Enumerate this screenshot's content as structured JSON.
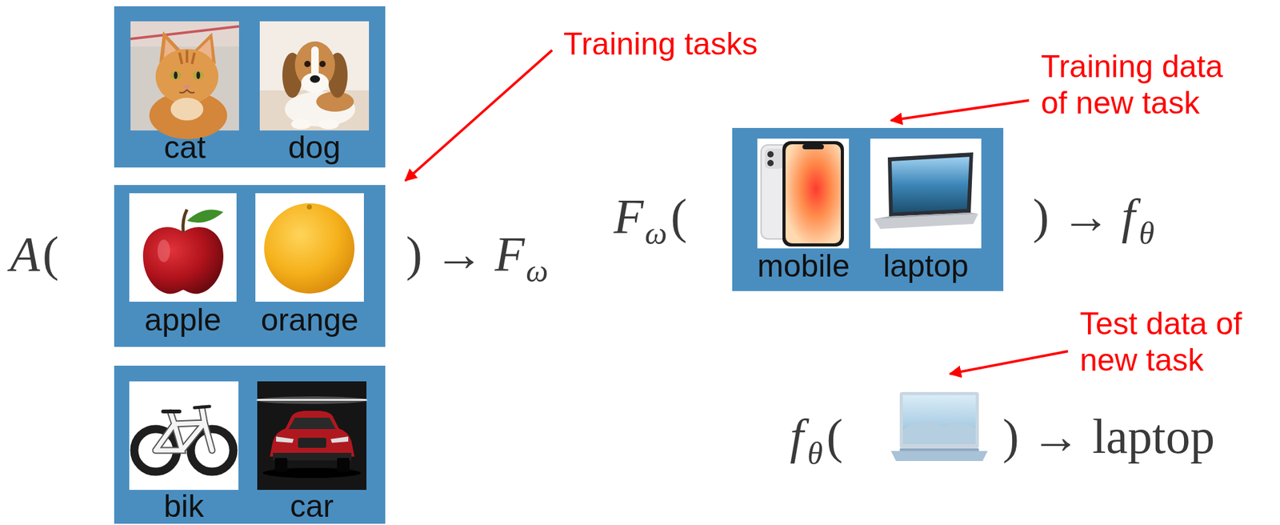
{
  "diagram": {
    "nodes": [
      {
        "text": [
          "cat",
          "dog"
        ]
      },
      {
        "text": [
          "apple",
          "orange"
        ]
      },
      {
        "text": [
          "bik",
          "car"
        ]
      },
      {
        "text": [
          "mobile",
          "laptop"
        ]
      }
    ],
    "labels": [
      "Training tasks",
      "A",
      "(",
      ") →",
      "F",
      "ω",
      "Training data of new task",
      "F",
      "ω",
      "(",
      ") →",
      "f",
      "θ",
      "Test data of new task",
      "f",
      "θ",
      "(",
      ") → laptop"
    ]
  }
}
